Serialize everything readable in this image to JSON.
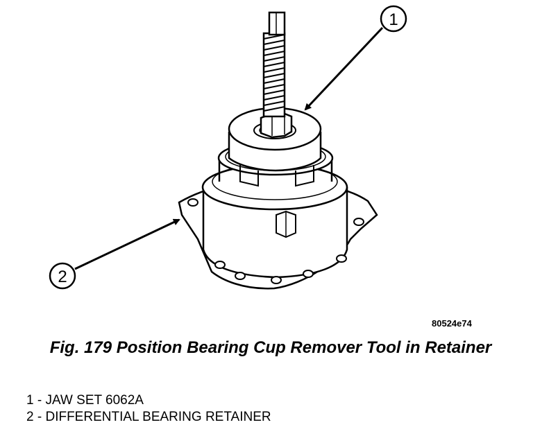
{
  "figure": {
    "image_id": "80524e74",
    "caption": "Fig. 179 Position Bearing Cup Remover Tool in Retainer",
    "callouts": [
      "1",
      "2"
    ]
  },
  "legend": [
    {
      "number": "1",
      "separator": "-",
      "text": "JAW SET 6062A"
    },
    {
      "number": "2",
      "separator": "-",
      "text": "DIFFERENTIAL BEARING RETAINER"
    }
  ]
}
